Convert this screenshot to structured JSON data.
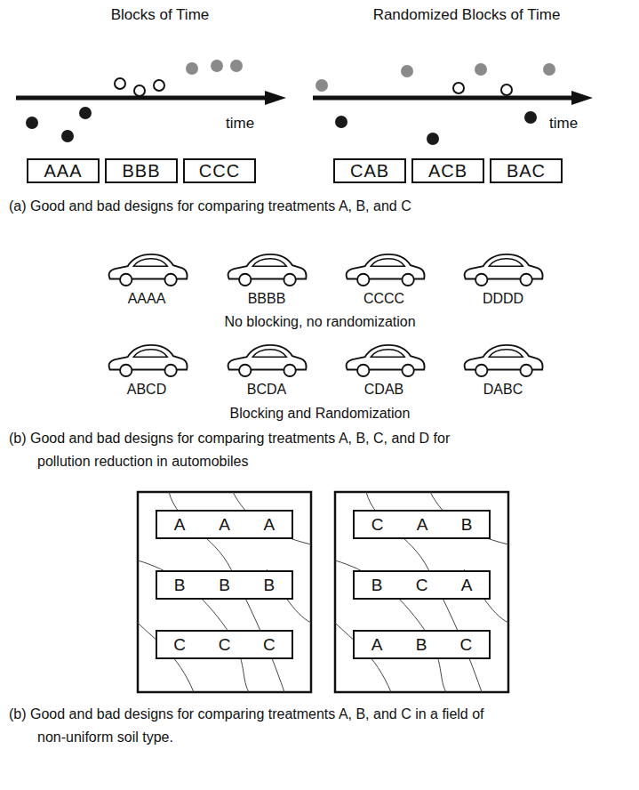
{
  "diagram": {
    "nodes": [
      {
        "text": [
          "AAA"
        ]
      },
      {
        "text": [
          "BBB"
        ]
      },
      {
        "text": [
          "CCC"
        ]
      },
      {
        "text": [
          "CAB"
        ]
      },
      {
        "text": [
          "ACB"
        ]
      },
      {
        "text": [
          "BAC"
        ]
      },
      {
        "text": [
          "A",
          "A",
          "A"
        ]
      },
      {
        "text": [
          "B",
          "B",
          "B"
        ]
      },
      {
        "text": [
          "C",
          "C",
          "C"
        ]
      },
      {
        "text": [
          "C",
          "A",
          "B"
        ]
      },
      {
        "text": [
          "B",
          "C",
          "A"
        ]
      },
      {
        "text": [
          "A",
          "B",
          "C"
        ]
      }
    ],
    "labels": [
      "Blocks of Time",
      "Randomized Blocks of Time",
      "time",
      "time",
      "(a)  Good and bad designs for comparing treatments A, B, and C",
      "AAAA",
      "BBBB",
      "CCCC",
      "DDDD",
      "No blocking, no randomization",
      "ABCD",
      "BCDA",
      "CDAB",
      "DABC",
      "Blocking and Randomization",
      "(b)  Good and bad designs for comparing treatments A, B, C, and D for pollution reduction in automobiles",
      "(b)  Good and bad designs for comparing treatments A, B, and C in a field of non-uniform soil type."
    ]
  }
}
